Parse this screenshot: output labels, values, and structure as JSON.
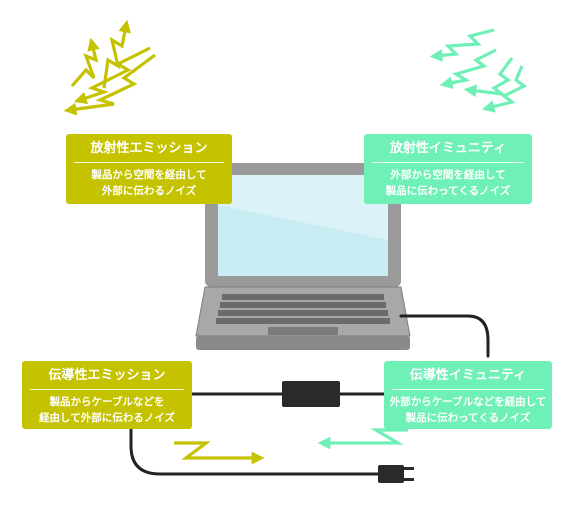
{
  "colors": {
    "emission": "#c5c200",
    "immunity": "#6ef0b6",
    "laptop_body": "#9a9a9a",
    "screen": "#c9ecf3",
    "cable": "#222222"
  },
  "boxes": {
    "radiated_emission": {
      "title": "放射性エミッション",
      "line1": "製品から空間を経由して",
      "line2": "外部に伝わるノイズ"
    },
    "radiated_immunity": {
      "title": "放射性イミュニティ",
      "line1": "外部から空間を経由して",
      "line2": "製品に伝わってくるノイズ"
    },
    "conducted_emission": {
      "title": "伝導性エミッション",
      "line1": "製品からケーブルなどを",
      "line2": "経由して外部に伝わるノイズ"
    },
    "conducted_immunity": {
      "title": "伝導性イミュニティ",
      "line1": "外部からケーブルなどを経由して",
      "line2": "製品に伝わってくるノイズ"
    }
  },
  "icons": [
    "emission-zigzag-arrow-icon",
    "immunity-zigzag-arrow-icon",
    "laptop-icon",
    "power-adapter-icon",
    "power-plug-icon"
  ]
}
